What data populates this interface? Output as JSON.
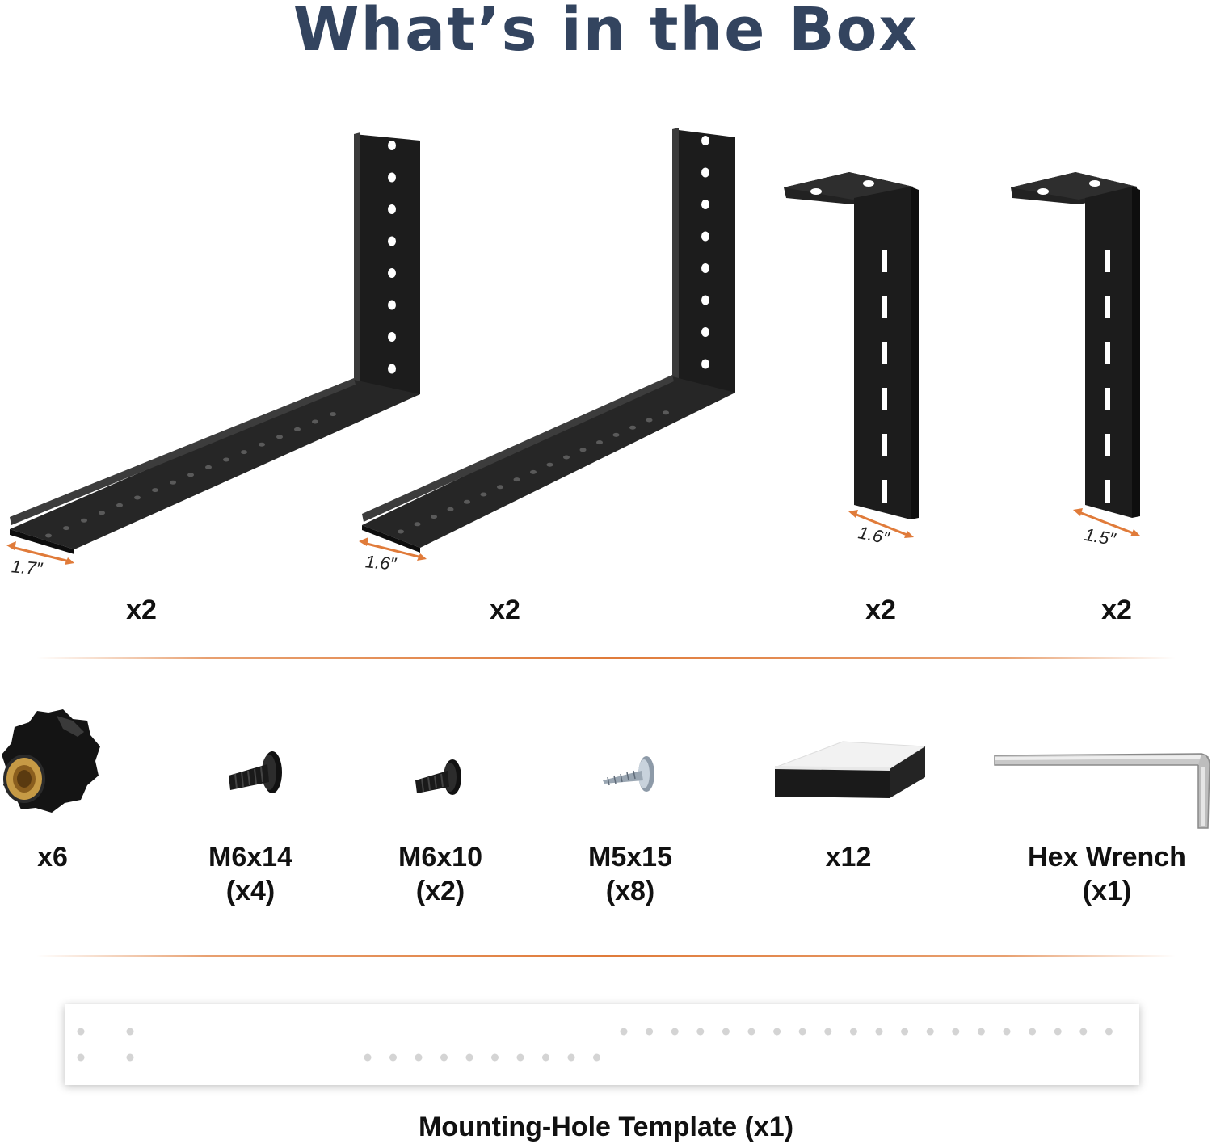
{
  "title": "What’s in the Box",
  "brackets": [
    {
      "qty": "x2",
      "dimension": "1.7″"
    },
    {
      "qty": "x2",
      "dimension": "1.6″"
    },
    {
      "qty": "x2",
      "dimension": "1.6″"
    },
    {
      "qty": "x2",
      "dimension": "1.5″"
    }
  ],
  "hardware": [
    {
      "name": "star-knob",
      "line1": "x6",
      "line2": ""
    },
    {
      "name": "m6x14-screw",
      "line1": "M6x14",
      "line2": "(x4)"
    },
    {
      "name": "m6x10-screw",
      "line1": "M6x10",
      "line2": "(x2)"
    },
    {
      "name": "m5x15-screw",
      "line1": "M5x15",
      "line2": "(x8)"
    },
    {
      "name": "foam-pad",
      "line1": "x12",
      "line2": ""
    },
    {
      "name": "hex-wrench",
      "line1": "Hex Wrench",
      "line2": "(x1)"
    }
  ],
  "template_label": "Mounting-Hole Template (x1)",
  "colors": {
    "title": "#33445f",
    "accent": "#e07b3a",
    "metal": "#1a1a1a"
  }
}
